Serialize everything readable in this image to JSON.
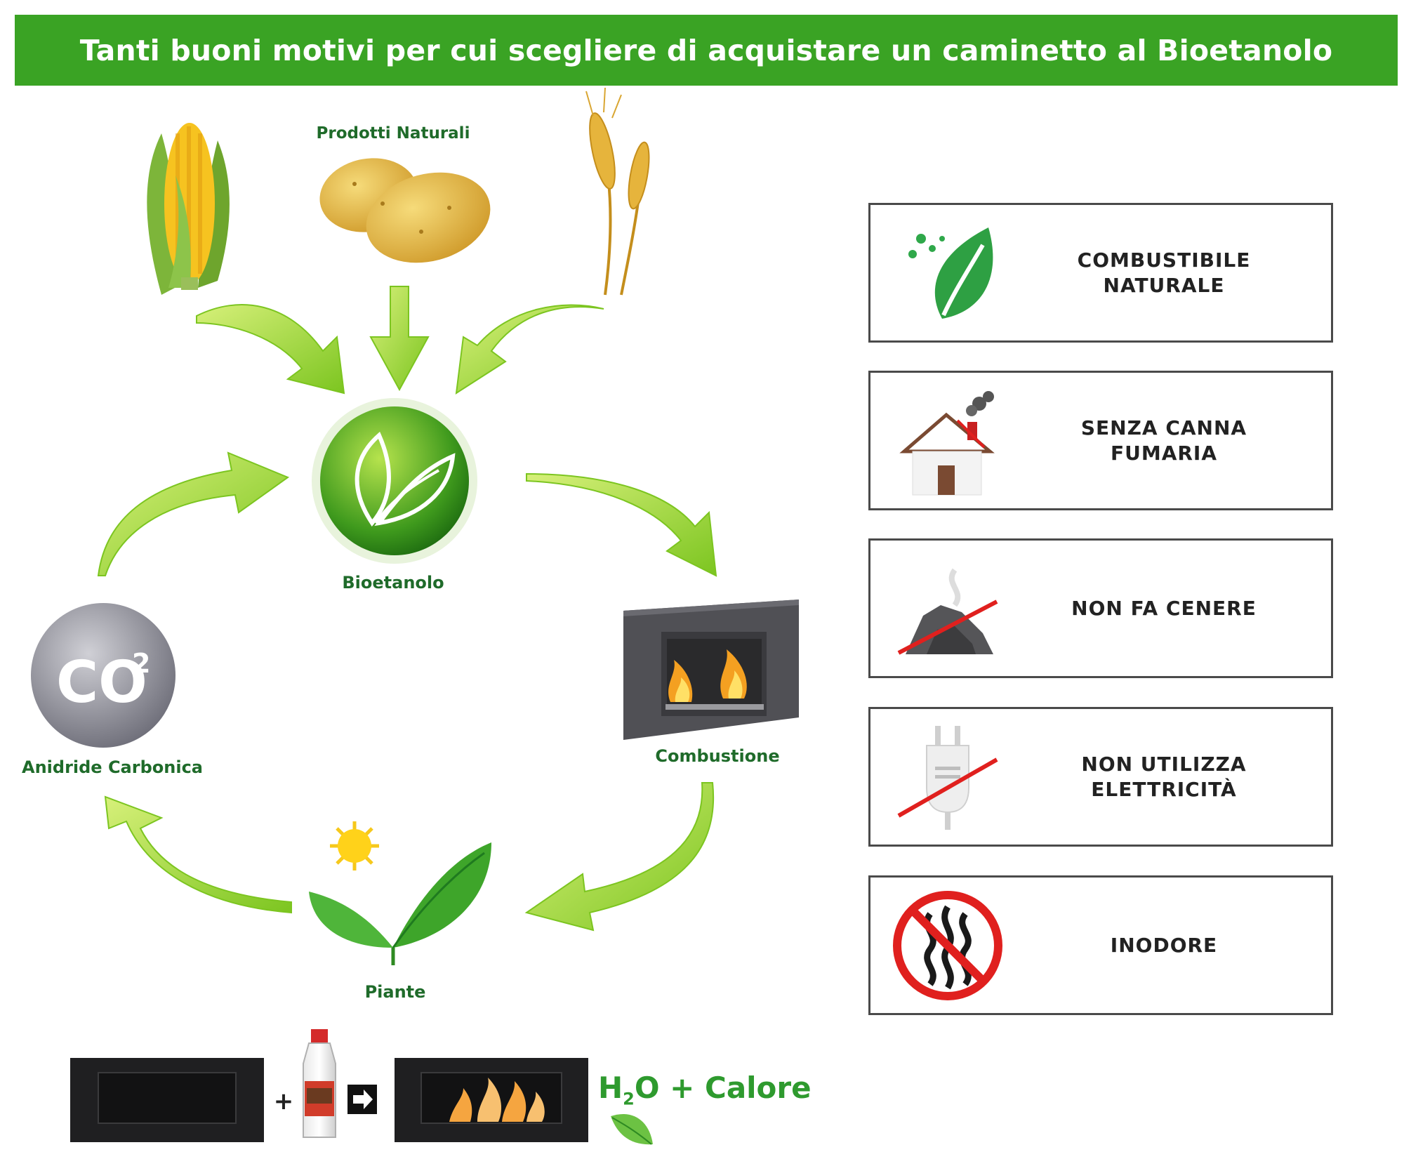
{
  "title": "Tanti buoni motivi per cui scegliere di acquistare un caminetto al Bioetanolo",
  "cycle": {
    "natural_products": "Prodotti Naturali",
    "center": "Bioetanolo",
    "combustion": "Combustione",
    "plants": "Piante",
    "co2_label": "Anidride Carbonica",
    "co2_symbol": "CO",
    "co2_exponent": "2"
  },
  "bottom": {
    "plus": "+",
    "h2o_h": "H",
    "h2o_sub": "2",
    "h2o_rest": "O + Calore"
  },
  "benefits": [
    {
      "icon": "leaf-icon",
      "line1": "COMBUSTIBILE",
      "line2": "NATURALE"
    },
    {
      "icon": "house-chimney-icon",
      "line1": "SENZA CANNA",
      "line2": "FUMARIA"
    },
    {
      "icon": "ash-crossed-icon",
      "line1": "NON FA CENERE",
      "line2": ""
    },
    {
      "icon": "plug-crossed-icon",
      "line1": "NON UTILIZZA",
      "line2": "ELETTRICITÀ"
    },
    {
      "icon": "no-odor-icon",
      "line1": "INODORE",
      "line2": ""
    }
  ],
  "colors": {
    "banner": "#3aa324",
    "arrow": "#9ad53a",
    "label": "#1f6b2a",
    "accent_green": "#2e9a2e",
    "red_cross": "#e0201e"
  }
}
